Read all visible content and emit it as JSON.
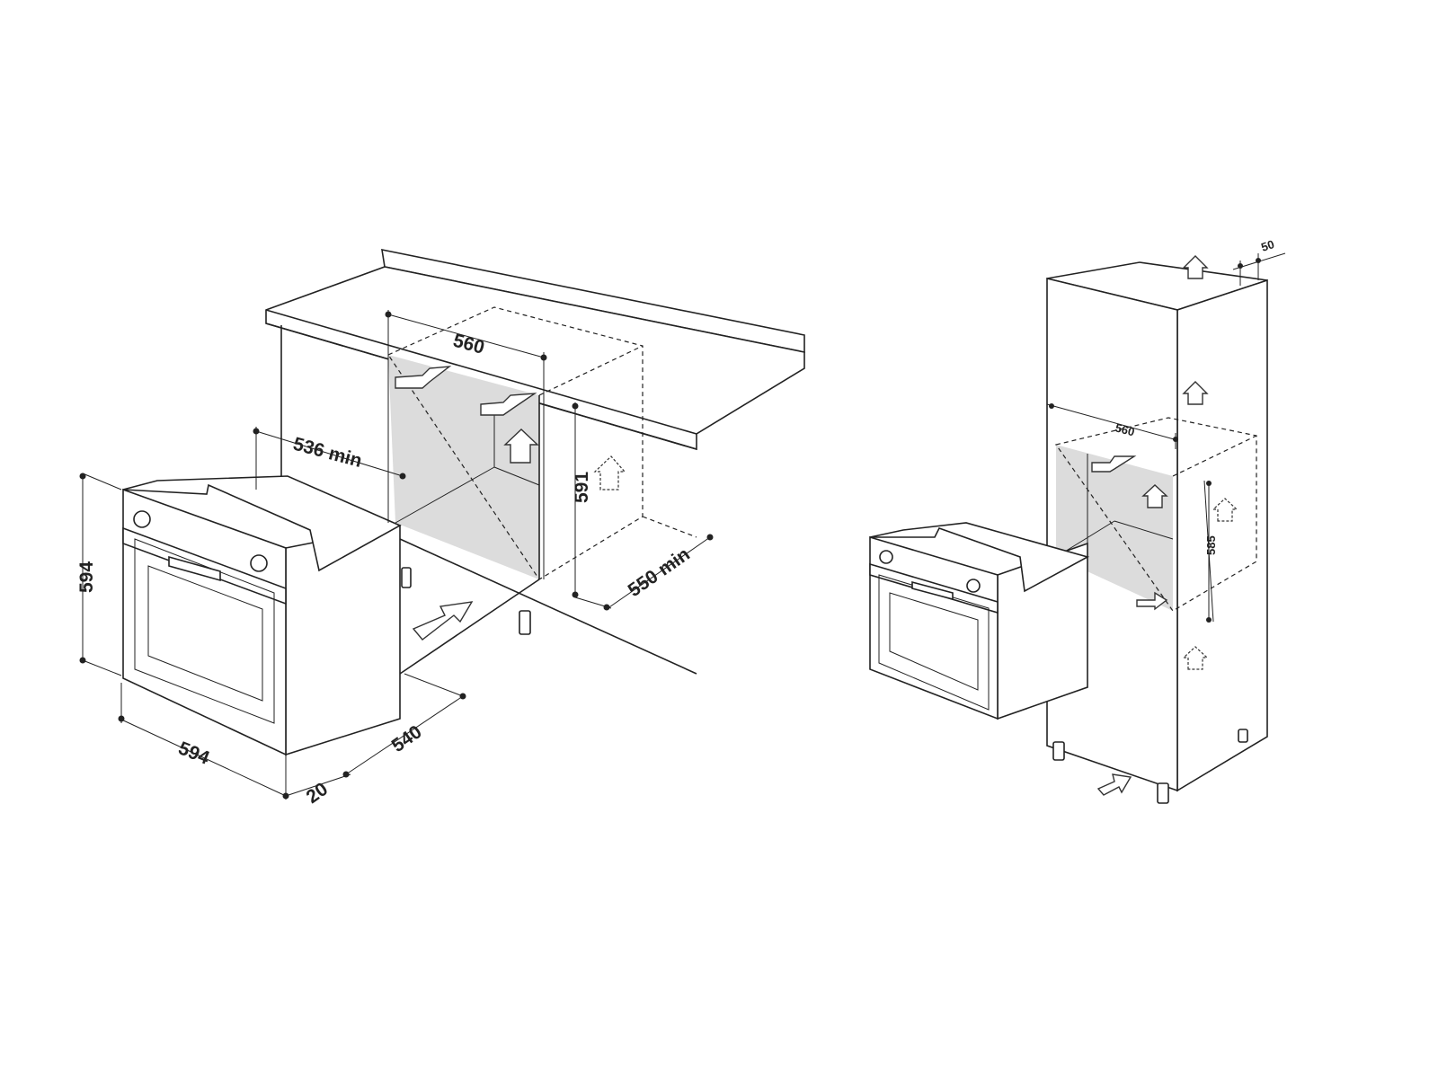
{
  "under_counter_installation": {
    "cavity_width": "560",
    "cavity_depth_min": "536 min",
    "cavity_height": "591",
    "cabinet_depth_min": "550 min",
    "oven_height": "594",
    "oven_width": "594",
    "oven_depth": "540",
    "front_panel_depth": "20"
  },
  "column_installation": {
    "rear_gap": "50",
    "cavity_width": "560",
    "cavity_height": "585"
  }
}
